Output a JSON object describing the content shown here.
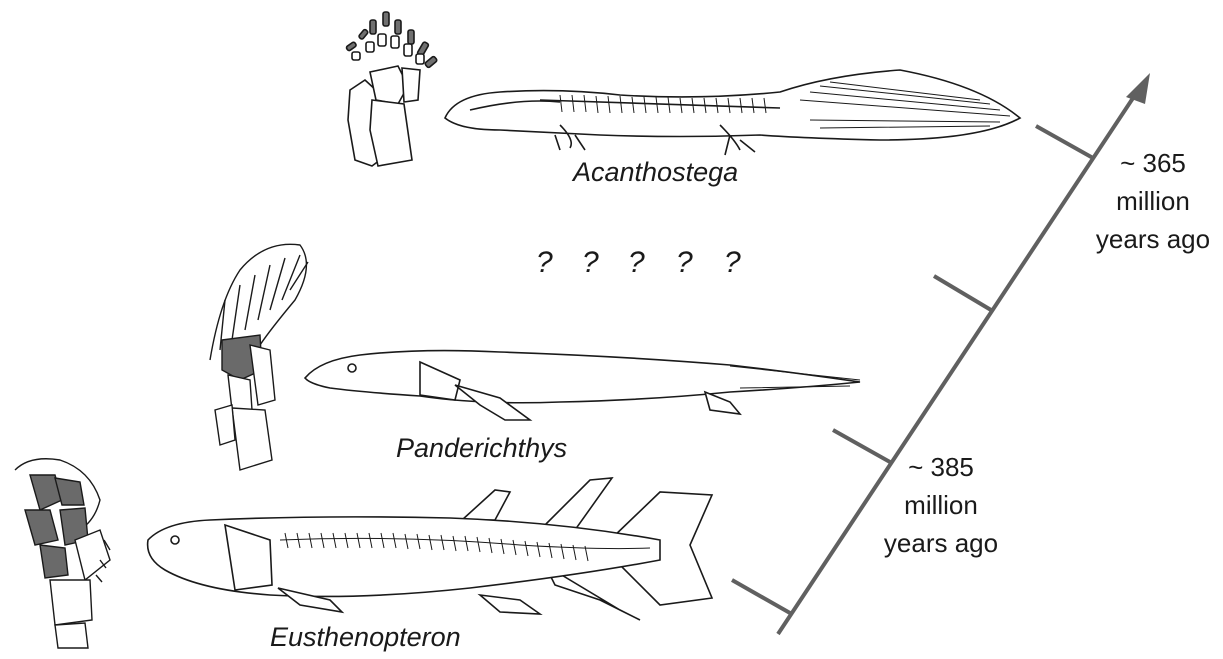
{
  "species": {
    "top": "Acanthostega",
    "middle": "Panderichthys",
    "bottom": "Eusthenopteron"
  },
  "gap_marks": [
    "?",
    "?",
    "?",
    "?",
    "?"
  ],
  "timeline": {
    "upper": {
      "line1": "~ 365",
      "line2": "million",
      "line3": "years ago"
    },
    "lower": {
      "line1": "~ 385",
      "line2": "million",
      "line3": "years ago"
    }
  },
  "colors": {
    "ink": "#1a1a1a",
    "axis": "#606060",
    "bone_dark": "#6a6a6a"
  }
}
